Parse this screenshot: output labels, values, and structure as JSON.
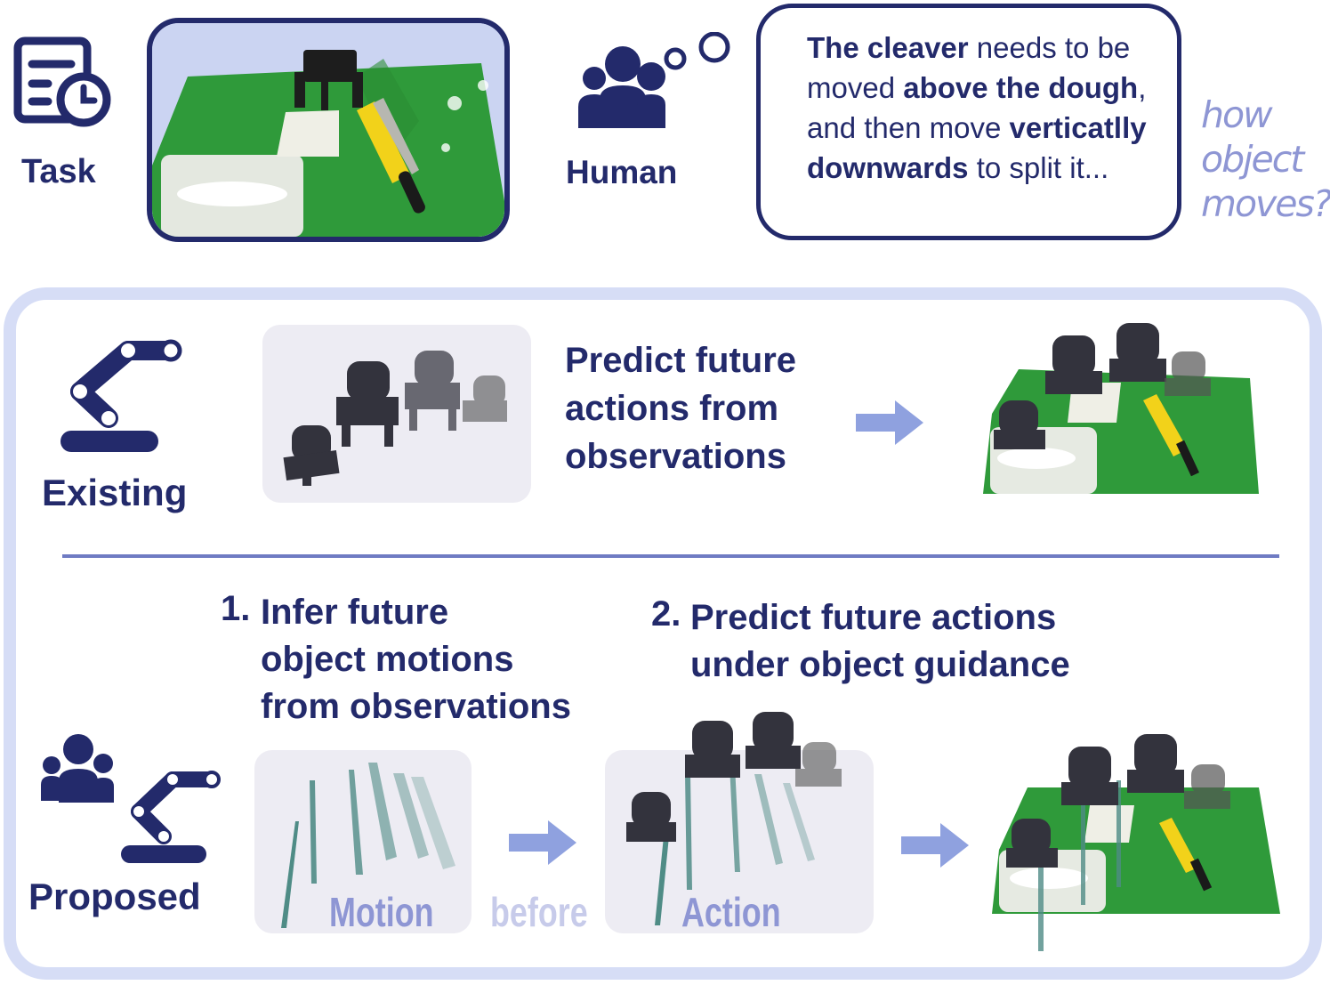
{
  "task": {
    "label": "Task"
  },
  "human": {
    "label": "Human"
  },
  "speech": {
    "p1_bold": "The cleaver",
    "p1": " needs to be moved ",
    "p2_bold": "above the dough",
    "p2": ", and then move ",
    "p3_bold": "verticatlly downwards",
    "p3": " to split it..."
  },
  "question": {
    "line1": "how",
    "line2": "object",
    "line3": "moves?"
  },
  "existing": {
    "label": "Existing",
    "line1": "Predict future",
    "line2": "actions from",
    "line3": "observations"
  },
  "proposed": {
    "label": "Proposed",
    "step1_num": "1.",
    "step1_line1": "Infer future",
    "step1_line2": "object motions",
    "step1_line3": "from observations",
    "step2_num": "2.",
    "step2_line1": "Predict future actions",
    "step2_line2": "under object guidance",
    "motion": "Motion",
    "before": "before",
    "action": "Action"
  },
  "colors": {
    "navy": "#232a6b",
    "lavender": "#8e96d4",
    "panel_border": "#d6ddf6",
    "arrow": "#8fa1df",
    "table_green": "#2f9a3a"
  },
  "icons": [
    "task-schedule-icon",
    "people-icon",
    "thought-bubble-icon",
    "robot-arm-icon",
    "right-arrow-icon",
    "gripper-icon",
    "cleaver-icon"
  ]
}
